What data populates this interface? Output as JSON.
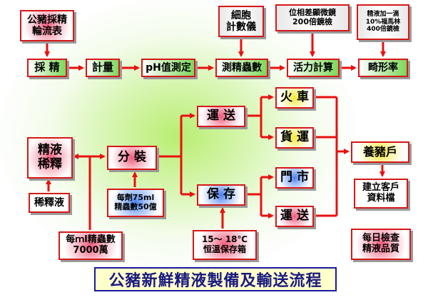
{
  "title": "公豬新鮮精液製備及輸送流程",
  "nodes": {
    "collection_table": "公豬採精\n輪流表",
    "collect": "採 精",
    "measure": "計量",
    "ph": "pH值測定",
    "count": "測精蟲數",
    "motility": "活力計算",
    "abnormality": "畸形率",
    "cell_counter": "細胞\n計數儀",
    "phase_microscope": "位相差顯微鏡\n200倍鏡檢",
    "stain_note": "精液加一滴\n10%福馬林\n400倍鏡檢",
    "dilute": "精液\n稀釋",
    "diluent": "稀釋液",
    "per_ml": "每ｍl精蟲數\n7000萬",
    "dispense": "分 裝",
    "dose": "每劑75ml\n精蟲數50億",
    "transport": "運 送",
    "store": "保 存",
    "storage_box": "15～ 18℃\n恒溫保存箱",
    "train": "火 車",
    "freight": "貨 運",
    "store_front": "門 市",
    "transport2": "運 送",
    "farm": "養豬戶",
    "client_file": "建立客戶\n資料檔",
    "daily_check": "每日檢查\n精液品質"
  },
  "colors": {
    "border": "#d61818",
    "arrow": "#e81010",
    "title_text": "#1a1a80",
    "title_bg": "#ffffcc"
  }
}
